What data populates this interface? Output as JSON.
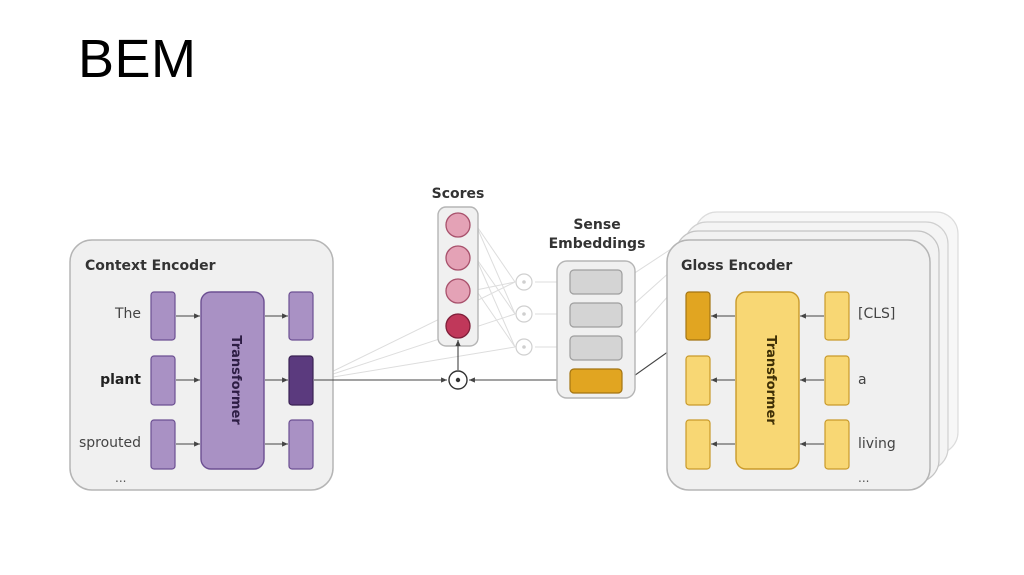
{
  "slide": {
    "title": "BEM"
  },
  "context_encoder": {
    "title": "Context Encoder",
    "transformer_label": "Transformer",
    "tokens": [
      "The",
      "plant",
      "sprouted"
    ],
    "ellipsis": "..."
  },
  "gloss_encoder": {
    "title": "Gloss Encoder",
    "transformer_label": "Transformer",
    "tokens": [
      "[CLS]",
      "a",
      "living"
    ],
    "ellipsis": "..."
  },
  "scores": {
    "title": "Scores"
  },
  "sense_embeddings": {
    "title_line1": "Sense",
    "title_line2": "Embeddings"
  },
  "operator": {
    "symbol": "⊙"
  },
  "colors": {
    "context_purple": "#a991c4",
    "context_purple_dark": "#5b3a7e",
    "gloss_yellow": "#f8d774",
    "gloss_yellow_dark": "#e1a521",
    "score_pink": "#e4a2b6",
    "score_dark": "#c0385a",
    "sense_grey": "#d4d4d4",
    "panel_grey": "#f0f0f0"
  }
}
